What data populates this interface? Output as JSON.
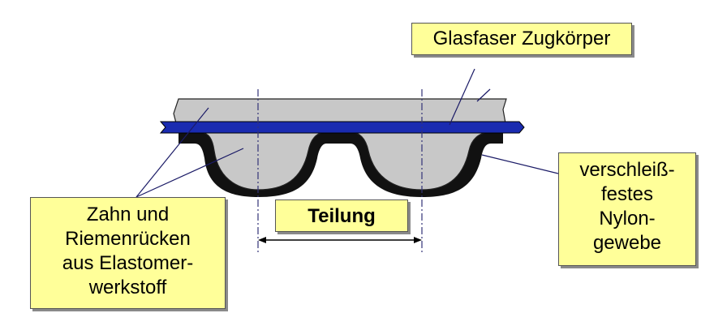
{
  "labels": {
    "glasfaser": "Glasfaser Zugkörper",
    "zahn": [
      "Zahn und",
      "Riemenrücken",
      "aus Elastomer-",
      "werkstoff"
    ],
    "teilung": "Teilung",
    "nylon": [
      "verschleiß-",
      "festes",
      "Nylon-",
      "gewebe"
    ]
  },
  "colors": {
    "belt_body": "#c8c8c8",
    "tension_member": "#1a2bb0",
    "nylon_fabric": "#111111",
    "label_fill": "#ffff99"
  }
}
